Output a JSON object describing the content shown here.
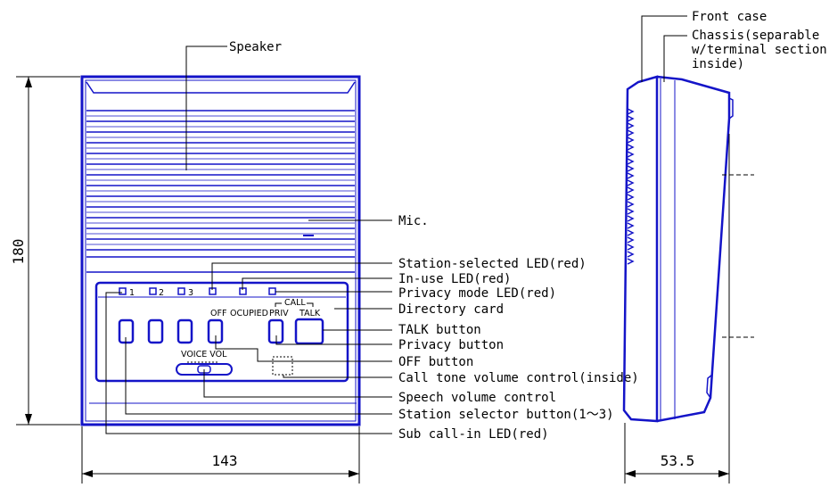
{
  "colors": {
    "outline": "#1414c8",
    "leader": "#000000",
    "background": "#ffffff"
  },
  "dimensions": {
    "height": "180",
    "width": "143",
    "depth": "53.5"
  },
  "front_labels": {
    "speaker": "Speaker",
    "mic": "Mic.",
    "station_selected_led": "Station-selected LED(red)",
    "in_use_led": "In-use LED(red)",
    "privacy_mode_led": "Privacy mode LED(red)",
    "directory_card": "Directory card",
    "talk_button": "TALK button",
    "privacy_button": "Privacy button",
    "off_button": "OFF button",
    "call_tone_volume": "Call tone volume control(inside)",
    "speech_volume": "Speech volume control",
    "station_selector": "Station selector button(1～3)",
    "sub_call_led": "Sub call-in LED(red)"
  },
  "side_labels": {
    "front_case": "Front case",
    "chassis_line1": "Chassis(separable",
    "chassis_line2": "w/terminal section",
    "chassis_line3": "inside)"
  },
  "panel_text": {
    "station_1": "1",
    "station_2": "2",
    "station_3": "3",
    "off": "OFF",
    "ocupied": "OCUPIED",
    "priv": "PRIV",
    "call": "CALL",
    "talk": "TALK",
    "voice_vol": "VOICE VOL"
  }
}
